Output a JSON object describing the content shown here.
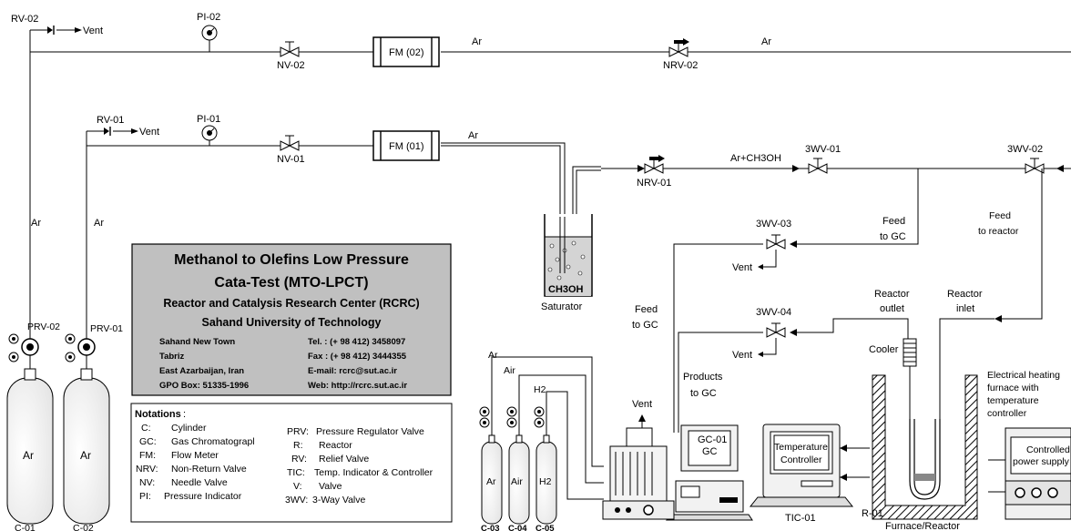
{
  "title_box": {
    "line1": "Methanol to Olefins Low Pressure",
    "line2": "Cata-Test (MTO-LPCT)",
    "line3": "Reactor and Catalysis Research Center (RCRC)",
    "line4": "Sahand University of Technology",
    "address": [
      "Sahand New Town",
      "Tabriz",
      "East Azarbaijan, Iran",
      "GPO Box: 51335-1996"
    ],
    "contact": [
      "Tel. : (+ 98 412) 3458097",
      "Fax : (+ 98 412) 3444355",
      "E-mail: rcrc@sut.ac.ir",
      "Web: http://rcrc.sut.ac.ir"
    ]
  },
  "notations": {
    "heading": "Notations",
    "left": [
      {
        "key": "C:",
        "value": "Cylinder"
      },
      {
        "key": "GC:",
        "value": "Gas Chromatograpl"
      },
      {
        "key": "FM:",
        "value": "Flow Meter"
      },
      {
        "key": "NRV:",
        "value": "Non-Return Valve"
      },
      {
        "key": "NV:",
        "value": "Needle Valve"
      },
      {
        "key": "PI:",
        "value": "Pressure Indicator"
      }
    ],
    "right": [
      {
        "key": "PRV:",
        "value": "Pressure Regulator Valve"
      },
      {
        "key": "R:",
        "value": "Reactor"
      },
      {
        "key": "RV:",
        "value": "Relief  Valve"
      },
      {
        "key": "TIC:",
        "value": "Temp. Indicator & Controller"
      },
      {
        "key": "V:",
        "value": "Valve"
      },
      {
        "key": "3WV:",
        "value": "3-Way Valve"
      }
    ]
  },
  "labels": {
    "rv02": "RV-02",
    "rv01": "RV-01",
    "vent": "Vent",
    "pi02": "PI-02",
    "pi01": "PI-01",
    "nv02": "NV-02",
    "nv01": "NV-01",
    "fm02": "FM (02)",
    "fm01": "FM (01)",
    "ar": "Ar",
    "ar_ch3oh": "Ar+CH3OH",
    "nrv02": "NRV-02",
    "nrv01": "NRV-01",
    "wv01": "3WV-01",
    "wv02": "3WV-02",
    "wv03": "3WV-03",
    "wv04": "3WV-04",
    "feed": "Feed",
    "to_gc": "to GC",
    "to_reactor": "to reactor",
    "ch3oh": "CH3OH",
    "saturator": "Saturator",
    "reactor": "Reactor",
    "outlet": "outlet",
    "inlet": "inlet",
    "cooler": "Cooler",
    "furnace_note": [
      "Electrical heating",
      "furnace with",
      "temperature",
      "controller"
    ],
    "products": "Products",
    "gc01": "GC-01",
    "gc": "GC",
    "air": "Air",
    "h2": "H2",
    "prv02": "PRV-02",
    "prv01": "PRV-01",
    "c01": "C-01",
    "c02": "C-02",
    "c03": "C-03",
    "c04": "C-04",
    "c05": "C-05",
    "temp_controller": [
      "Temperature",
      "Controller"
    ],
    "tic01": "TIC-01",
    "controlled_ps": [
      "Controlled",
      "power supply"
    ],
    "r01": "R-01",
    "furnace_reactor": "Furnace/Reactor"
  }
}
